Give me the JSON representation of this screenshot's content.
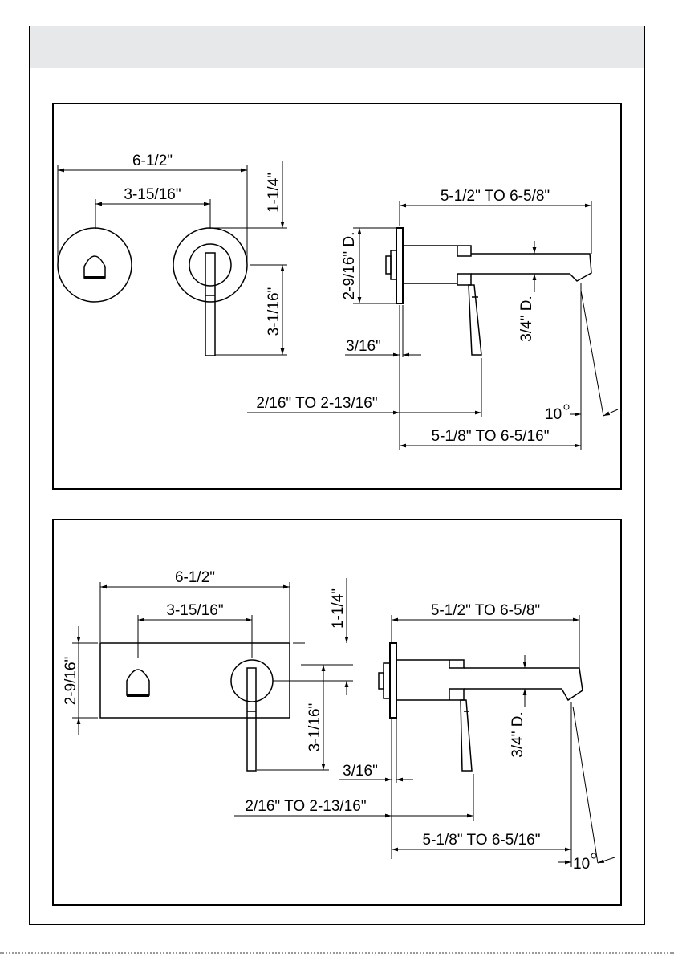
{
  "panel1": {
    "overall_width": "6-1/2\"",
    "center_distance": "3-15/16\"",
    "top_offset": "1-1/4\"",
    "bottom_drop": "3-1/16\"",
    "plate_diameter": "2-9/16\" D.",
    "spout_reach": "5-1/2\" TO 6-5/8\"",
    "spout_diameter": "3/4\" D.",
    "plate_thickness": "3/16\"",
    "handle_depth": "2/16\" TO 2-13/16\"",
    "spout_bottom": "5-1/8\" TO 6-5/16\"",
    "angle": "10"
  },
  "panel2": {
    "overall_width": "6-1/2\"",
    "center_distance": "3-15/16\"",
    "top_offset": "1-1/4\"",
    "plate_height": "2-9/16\"",
    "bottom_drop": "3-1/16\"",
    "spout_reach": "5-1/2\" TO 6-5/8\"",
    "spout_diameter": "3/4\" D.",
    "plate_thickness": "3/16\"",
    "handle_depth": "2/16\" TO 2-13/16\"",
    "spout_bottom": "5-1/8\" TO 6-5/16\"",
    "angle": "10"
  }
}
